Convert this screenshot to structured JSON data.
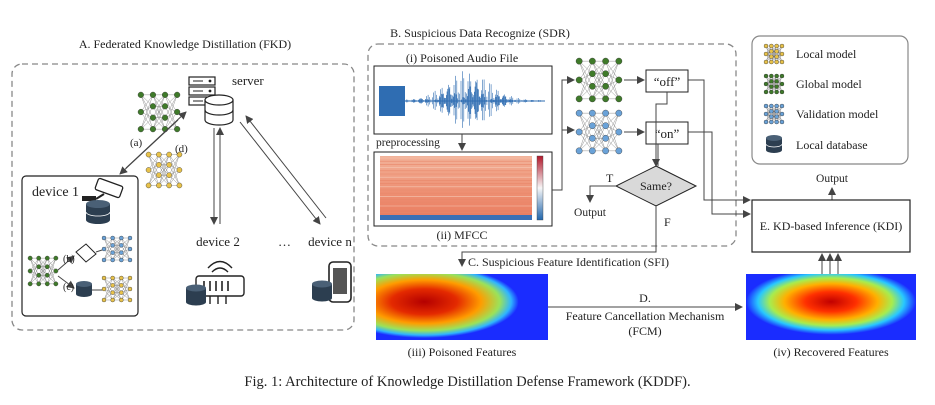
{
  "fkd": {
    "title": "A. Federated Knowledge Distillation (FKD)",
    "server_label": "server",
    "device1_label": "device 1",
    "device2_label": "device 2",
    "ellipsis": "…",
    "devicen_label": "device n",
    "label_a": "(a)",
    "label_b": "(b)",
    "label_c": "(c)",
    "label_d": "(d)"
  },
  "sdr": {
    "title": "B. Suspicious Data Recognize (SDR)",
    "audio_title": "(i) Poisoned Audio File",
    "preprocessing": "preprocessing",
    "mfcc_label": "(ii) MFCC",
    "off_label": "“off”",
    "on_label": "“on”",
    "same_label": "Same?",
    "t_label": "T",
    "f_label": "F",
    "output_label": "Output"
  },
  "legend": {
    "items": [
      {
        "label": "Local model",
        "color": "#e8c24a"
      },
      {
        "label": "Global model",
        "color": "#3f7a2a"
      },
      {
        "label": "Validation model",
        "color": "#6aa2d8"
      },
      {
        "label": "Local database",
        "color": "#2c3e50"
      }
    ]
  },
  "kdi": {
    "label": "E. KD-based Inference (KDI)",
    "output_label": "Output"
  },
  "sfi": {
    "label": "C. Suspicious Feature Identification (SFI)"
  },
  "fcm": {
    "line1": "D.",
    "line2": "Feature Cancellation Mechanism",
    "line3": "(FCM)"
  },
  "features": {
    "poisoned_label": "(iii) Poisoned Features",
    "recovered_label": "(iv) Recovered Features"
  },
  "caption": "Fig. 1: Architecture of Knowledge Distillation Defense Framework (KDDF).",
  "colors": {
    "nn_green": "#3f7a2a",
    "nn_yellow": "#e8c24a",
    "nn_blue": "#6aa2d8",
    "dashed_border": "#888888",
    "audio_wave": "#2f6db2",
    "mfcc_bg": "#ef9a7a"
  }
}
